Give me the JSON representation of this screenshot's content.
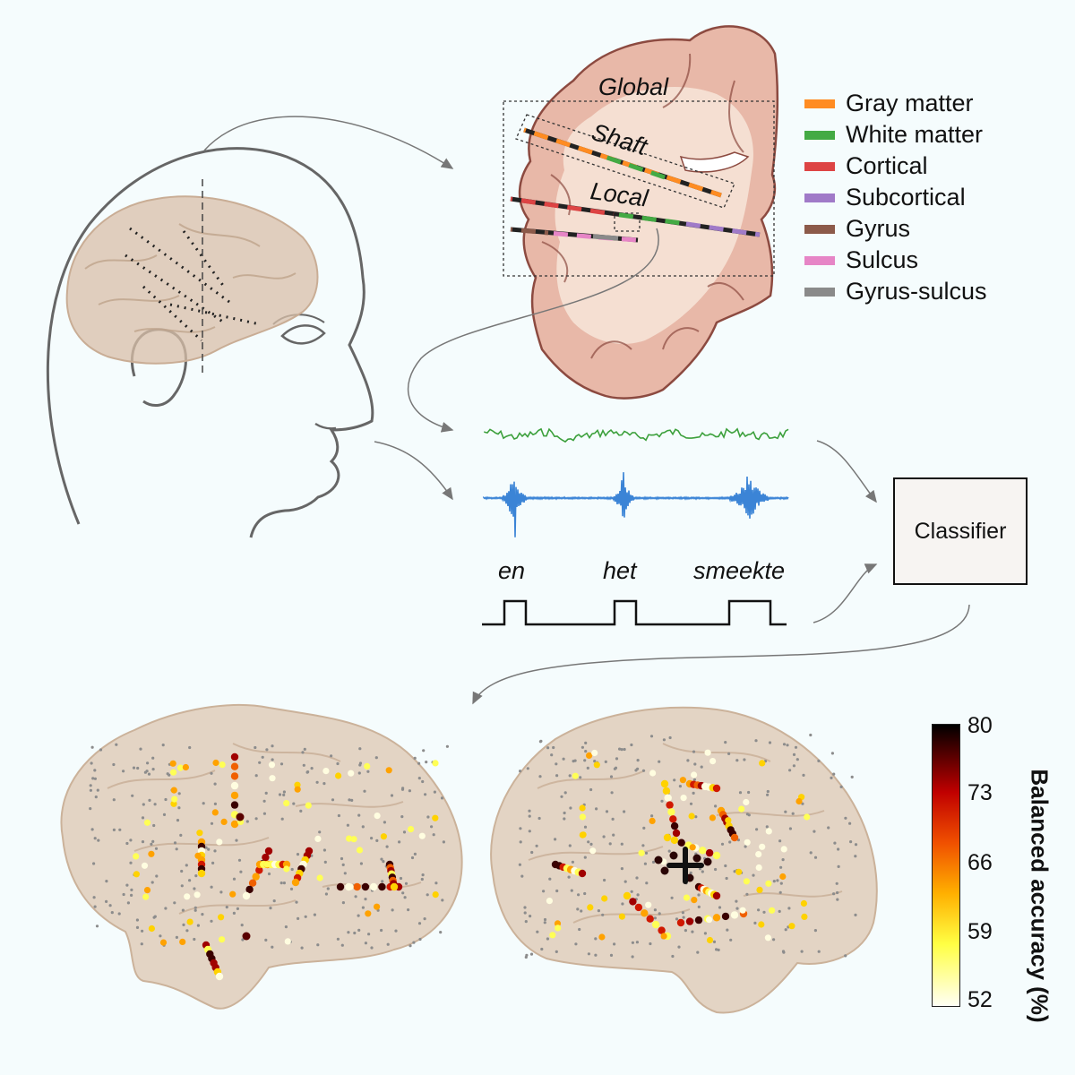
{
  "regions": {
    "global": "Global",
    "shaft": "Shaft",
    "local": "Local"
  },
  "legend": [
    {
      "label": "Gray matter",
      "color": "#ff8c22"
    },
    {
      "label": "White matter",
      "color": "#44aa44"
    },
    {
      "label": "Cortical",
      "color": "#dd4444"
    },
    {
      "label": "Subcortical",
      "color": "#a07ac8"
    },
    {
      "label": "Gyrus",
      "color": "#8c5a4a"
    },
    {
      "label": "Sulcus",
      "color": "#e685c6"
    },
    {
      "label": "Gyrus-sulcus",
      "color": "#8a8a8a"
    }
  ],
  "words": [
    "en",
    "het",
    "smeekte"
  ],
  "classifier": "Classifier",
  "colorbar": {
    "title": "Balanced accuracy (%)",
    "ticks": [
      "80",
      "73",
      "66",
      "59",
      "52"
    ]
  },
  "colors": {
    "neural_trace": "#3ca03c",
    "audio_trace": "#3b84d6",
    "brain_tissue": "#e8b8a8",
    "brain_outline": "#8c4a40"
  }
}
